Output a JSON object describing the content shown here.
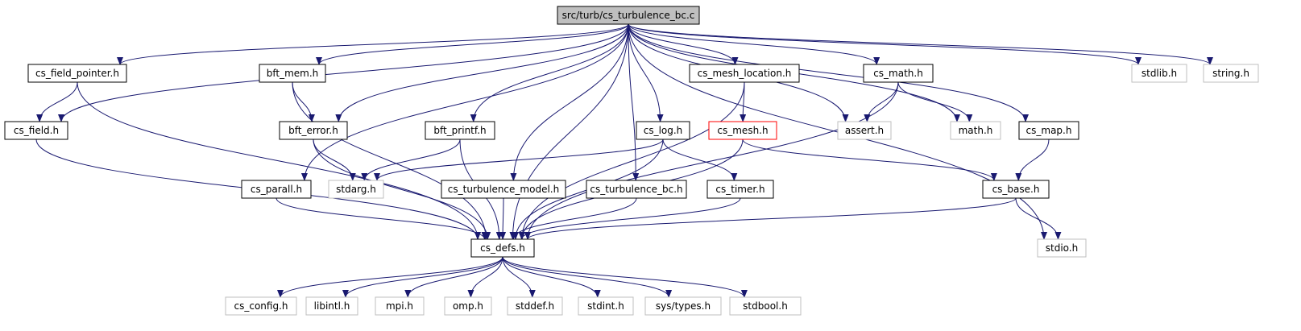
{
  "colors": {
    "edge": "#191970",
    "root_fill": "#bfbfbf",
    "local_border": "#000000",
    "system_border": "#bfbfbf",
    "highlight_border": "#ff0000"
  },
  "nodes": [
    {
      "id": "root",
      "label": "src/turb/cs_turbulence_bc.c",
      "kind": "root"
    },
    {
      "id": "field_pointer",
      "label": "cs_field_pointer.h",
      "kind": "local"
    },
    {
      "id": "bft_mem",
      "label": "bft_mem.h",
      "kind": "local"
    },
    {
      "id": "mesh_location",
      "label": "cs_mesh_location.h",
      "kind": "local"
    },
    {
      "id": "cs_math",
      "label": "cs_math.h",
      "kind": "local"
    },
    {
      "id": "stdlib",
      "label": "stdlib.h",
      "kind": "system"
    },
    {
      "id": "string",
      "label": "string.h",
      "kind": "system"
    },
    {
      "id": "cs_field",
      "label": "cs_field.h",
      "kind": "local"
    },
    {
      "id": "bft_error",
      "label": "bft_error.h",
      "kind": "local"
    },
    {
      "id": "bft_printf",
      "label": "bft_printf.h",
      "kind": "local"
    },
    {
      "id": "cs_log",
      "label": "cs_log.h",
      "kind": "local"
    },
    {
      "id": "cs_mesh",
      "label": "cs_mesh.h",
      "kind": "highlight"
    },
    {
      "id": "assert",
      "label": "assert.h",
      "kind": "system"
    },
    {
      "id": "math",
      "label": "math.h",
      "kind": "system"
    },
    {
      "id": "cs_map",
      "label": "cs_map.h",
      "kind": "local"
    },
    {
      "id": "cs_parall",
      "label": "cs_parall.h",
      "kind": "local"
    },
    {
      "id": "stdarg",
      "label": "stdarg.h",
      "kind": "system"
    },
    {
      "id": "turb_model",
      "label": "cs_turbulence_model.h",
      "kind": "local"
    },
    {
      "id": "turb_bc",
      "label": "cs_turbulence_bc.h",
      "kind": "local"
    },
    {
      "id": "cs_timer",
      "label": "cs_timer.h",
      "kind": "local"
    },
    {
      "id": "cs_base",
      "label": "cs_base.h",
      "kind": "local"
    },
    {
      "id": "cs_defs",
      "label": "cs_defs.h",
      "kind": "local"
    },
    {
      "id": "stdio",
      "label": "stdio.h",
      "kind": "system"
    },
    {
      "id": "cs_config",
      "label": "cs_config.h",
      "kind": "system"
    },
    {
      "id": "libintl",
      "label": "libintl.h",
      "kind": "system"
    },
    {
      "id": "mpi",
      "label": "mpi.h",
      "kind": "system"
    },
    {
      "id": "omp",
      "label": "omp.h",
      "kind": "system"
    },
    {
      "id": "stddef",
      "label": "stddef.h",
      "kind": "system"
    },
    {
      "id": "stdint",
      "label": "stdint.h",
      "kind": "system"
    },
    {
      "id": "sys_types",
      "label": "sys/types.h",
      "kind": "system"
    },
    {
      "id": "stdbool",
      "label": "stdbool.h",
      "kind": "system"
    }
  ],
  "edges": [
    [
      "root",
      "field_pointer"
    ],
    [
      "root",
      "bft_mem"
    ],
    [
      "root",
      "mesh_location"
    ],
    [
      "root",
      "cs_math"
    ],
    [
      "root",
      "stdlib"
    ],
    [
      "root",
      "string"
    ],
    [
      "root",
      "cs_field"
    ],
    [
      "root",
      "bft_error"
    ],
    [
      "root",
      "bft_printf"
    ],
    [
      "root",
      "cs_log"
    ],
    [
      "root",
      "assert"
    ],
    [
      "root",
      "math"
    ],
    [
      "root",
      "cs_map"
    ],
    [
      "root",
      "cs_parall"
    ],
    [
      "root",
      "turb_model"
    ],
    [
      "root",
      "turb_bc"
    ],
    [
      "root",
      "cs_defs"
    ],
    [
      "root",
      "stdio"
    ],
    [
      "field_pointer",
      "cs_field"
    ],
    [
      "field_pointer",
      "cs_defs"
    ],
    [
      "cs_field",
      "cs_defs"
    ],
    [
      "bft_mem",
      "bft_error"
    ],
    [
      "bft_mem",
      "cs_defs"
    ],
    [
      "bft_error",
      "stdarg"
    ],
    [
      "bft_error",
      "cs_defs"
    ],
    [
      "bft_printf",
      "stdarg"
    ],
    [
      "bft_printf",
      "cs_defs"
    ],
    [
      "mesh_location",
      "cs_mesh"
    ],
    [
      "mesh_location",
      "cs_defs"
    ],
    [
      "cs_math",
      "assert"
    ],
    [
      "cs_math",
      "math"
    ],
    [
      "cs_math",
      "cs_defs"
    ],
    [
      "cs_log",
      "stdarg"
    ],
    [
      "cs_log",
      "cs_timer"
    ],
    [
      "cs_log",
      "cs_defs"
    ],
    [
      "cs_mesh",
      "cs_base"
    ],
    [
      "cs_mesh",
      "cs_defs"
    ],
    [
      "cs_map",
      "cs_base"
    ],
    [
      "cs_parall",
      "cs_defs"
    ],
    [
      "turb_model",
      "cs_defs"
    ],
    [
      "turb_bc",
      "cs_defs"
    ],
    [
      "cs_timer",
      "cs_defs"
    ],
    [
      "cs_base",
      "cs_defs"
    ],
    [
      "cs_base",
      "stdio"
    ],
    [
      "cs_defs",
      "cs_config"
    ],
    [
      "cs_defs",
      "libintl"
    ],
    [
      "cs_defs",
      "mpi"
    ],
    [
      "cs_defs",
      "omp"
    ],
    [
      "cs_defs",
      "stddef"
    ],
    [
      "cs_defs",
      "stdint"
    ],
    [
      "cs_defs",
      "sys_types"
    ],
    [
      "cs_defs",
      "stdbool"
    ]
  ]
}
